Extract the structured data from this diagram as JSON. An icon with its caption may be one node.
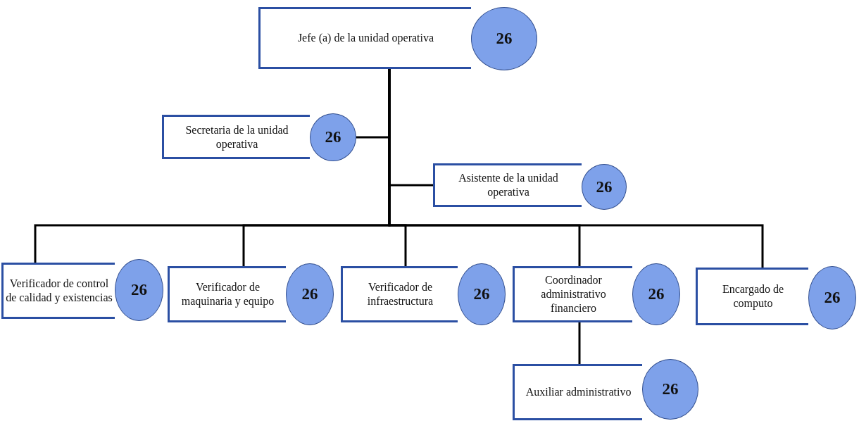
{
  "diagram": {
    "nodes": [
      {
        "text": [
          "Jefe (a) de la unidad operativa"
        ]
      },
      {
        "text": [
          "26"
        ]
      },
      {
        "text": [
          "Secretaria de la unidad operativa"
        ]
      },
      {
        "text": [
          "26"
        ]
      },
      {
        "text": [
          "Asistente de la unidad operativa"
        ]
      },
      {
        "text": [
          "26"
        ]
      },
      {
        "text": [
          "Verificador de control de calidad y existencias"
        ]
      },
      {
        "text": [
          "26"
        ]
      },
      {
        "text": [
          "Verificador de maquinaria y equipo"
        ]
      },
      {
        "text": [
          "26"
        ]
      },
      {
        "text": [
          "Verificador de infraestructura"
        ]
      },
      {
        "text": [
          "26"
        ]
      },
      {
        "text": [
          "Coordinador administrativo financiero"
        ]
      },
      {
        "text": [
          "26"
        ]
      },
      {
        "text": [
          "Encargado de computo"
        ]
      },
      {
        "text": [
          "26"
        ]
      },
      {
        "text": [
          "Auxiliar administrativo"
        ]
      },
      {
        "text": [
          "26"
        ]
      }
    ],
    "edges": [
      {
        "from": 0,
        "to": 3,
        "arrow": "none"
      },
      {
        "from": 0,
        "to": 4,
        "arrow": "none"
      },
      {
        "from": 0,
        "to": 6,
        "arrow": "none"
      },
      {
        "from": 0,
        "to": 8,
        "arrow": "none"
      },
      {
        "from": 0,
        "to": 10,
        "arrow": "none"
      },
      {
        "from": 0,
        "to": 12,
        "arrow": "none"
      },
      {
        "from": 0,
        "to": 14,
        "arrow": "none"
      },
      {
        "from": 12,
        "to": 16,
        "arrow": "none"
      }
    ]
  }
}
